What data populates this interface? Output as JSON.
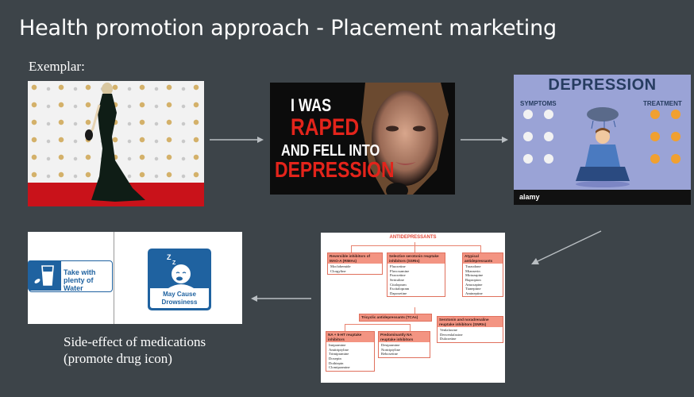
{
  "slide": {
    "title": "Health promotion approach - Placement marketing",
    "exemplar_label": "Exemplar:",
    "caption_line1": "Side-effect of medications",
    "caption_line2": "(promote drug icon)"
  },
  "images": {
    "red_carpet": {
      "icon": "red-carpet-photo"
    },
    "headline": {
      "line1": "I WAS",
      "line2": "RAPED",
      "line3": "AND FELL INTO",
      "line4": "DEPRESSION"
    },
    "infographic": {
      "title": "DEPRESSION",
      "symptoms": "SYMPTOMS",
      "treatment": "TREATMENT",
      "watermark": "alamy"
    },
    "drug_icons": {
      "water_line1": "Take with",
      "water_line2": "plenty of Water",
      "drowsy_line1": "May Cause",
      "drowsy_line2": "Drowsiness"
    },
    "antidepressants": {
      "title": "ANTIDEPRESSANTS",
      "rima": {
        "header": "Reversible inhibitors of MAO-A (RIMAs)",
        "items": [
          "Moclobemide",
          "Clorgyline"
        ]
      },
      "ssri": {
        "header": "Selective serotonin reuptake inhibitors (SSRIs)",
        "items": [
          "Fluoxetine",
          "Fluvoxamine",
          "Paroxetine",
          "Sertraline",
          "Citalopram",
          "Escitalopram",
          "Dapoxetine"
        ]
      },
      "atypical": {
        "header": "Atypical antidepressants",
        "items": [
          "Trazodone",
          "Mianserin",
          "Mirtazapine",
          "Bupropion",
          "Amoxapine",
          "Tianeptine",
          "Amineptine"
        ]
      },
      "tca": {
        "header": "Tricyclic antidepressants (TCAs)"
      },
      "snri": {
        "header": "Serotonin and noradrenaline reuptake inhibitors (SNRIs)",
        "items": [
          "Venlafaxine",
          "Desvenlafaxine",
          "Duloxetine"
        ]
      },
      "na5ht": {
        "header": "NA + 5-HT reuptake inhibitors",
        "items": [
          "Imipramine",
          "Amitriptyline",
          "Trimipramine",
          "Doxepin",
          "Dothiepin",
          "Clomipramine"
        ]
      },
      "pna": {
        "header": "Predominantly NA reuptake inhibitors",
        "items": [
          "Desipramine",
          "Nortriptyline",
          "Reboxetine"
        ]
      }
    }
  },
  "colors": {
    "background": "#3d4449",
    "text": "#ffffff",
    "arrow": "#b9bec2",
    "accent_red": "#e3241b",
    "icon_blue": "#1f62a0"
  }
}
